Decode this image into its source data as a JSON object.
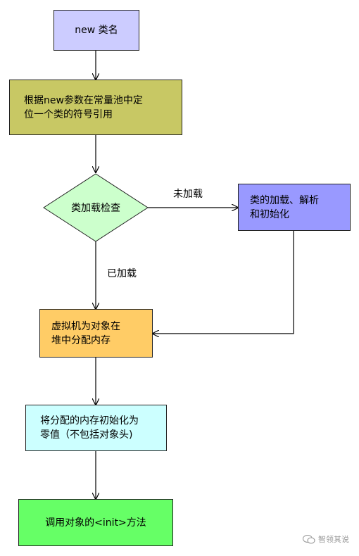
{
  "nodes": {
    "start": {
      "label": "new 类名",
      "fill": "#ccccff"
    },
    "resolve": {
      "label": "根据new参数在常量池中定\n位一个类的符号引用",
      "fill": "#c8c864"
    },
    "check": {
      "label": "类加载检查",
      "fill": "#ccffcc"
    },
    "load": {
      "label": "类的加载、解析\n和初始化",
      "fill": "#9999ff"
    },
    "alloc": {
      "label": "虚拟机为对象在\n堆中分配内存",
      "fill": "#ffcc66"
    },
    "zero": {
      "label": "将分配的内存初始化为\n零值（不包括对象头)",
      "fill": "#ccffff"
    },
    "init": {
      "label": "调用对象的<init>方法",
      "fill": "#66ff66"
    }
  },
  "edges": {
    "not_loaded": "未加载",
    "loaded": "已加载"
  },
  "watermark": "智领其说"
}
